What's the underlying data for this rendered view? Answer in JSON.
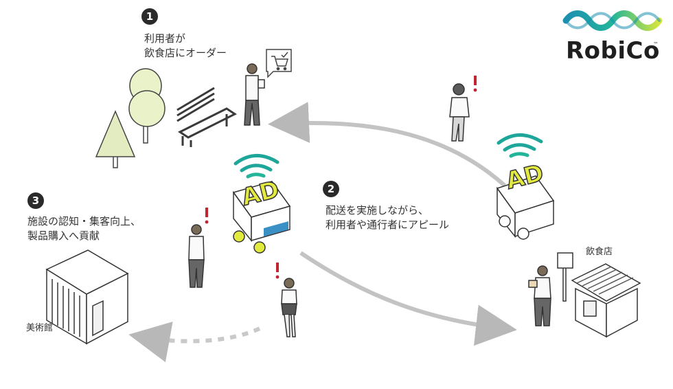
{
  "logo": {
    "name": "RobiCo",
    "tm": "™"
  },
  "steps": [
    {
      "number": "1",
      "lines": [
        "利用者が",
        "飲食店にオーダー"
      ]
    },
    {
      "number": "2",
      "lines": [
        "配送を実施しながら、",
        "利用者や通行者にアピール"
      ]
    },
    {
      "number": "3",
      "lines": [
        "施設の認知・集客向上、",
        "製品購入へ貢献"
      ]
    }
  ],
  "places": {
    "restaurant": "飲食店",
    "museum": "美術館"
  },
  "robot": {
    "signage_text": "AD"
  },
  "colors": {
    "robot_accent": "#e3ea3f",
    "robot_screen": "#3a8fc4",
    "signal_teal": "#1aa6a0",
    "alert_red": "#c0262f",
    "tree_green": "#e6f0c8"
  },
  "icons": [
    "cart-check-icon",
    "wifi-signal-icon",
    "exclamation-icon"
  ]
}
